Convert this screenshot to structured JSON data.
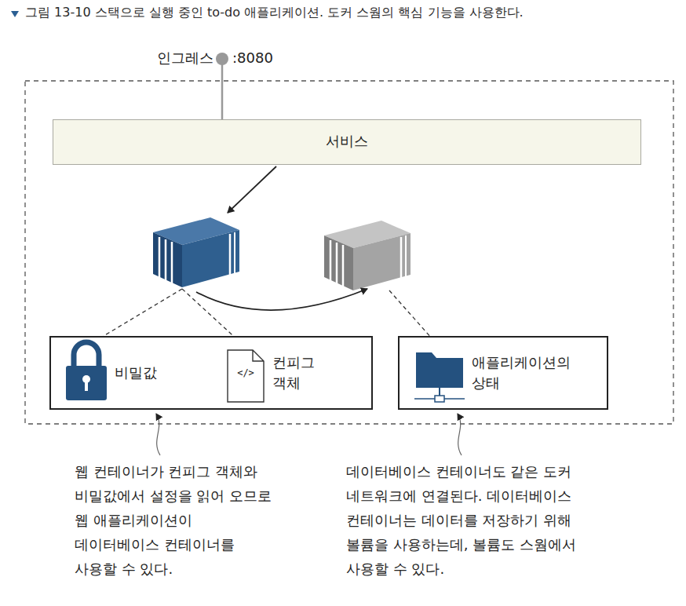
{
  "diagram": {
    "title": "그림 13-10 스택으로 실행 중인 to-do 애플리케이션. 도커 스웜의 핵심 기능을 사용한다.",
    "nodes": [
      {
        "text": [
          "서비스"
        ]
      },
      {
        "text": [
          "비밀값",
          "컨피그 객체"
        ]
      },
      {
        "text": [
          "애플리케이션의 상태"
        ]
      }
    ],
    "labels": [
      "인그레스",
      ":8080",
      "</>",
      "웹 컨테이너가 컨피그 객체와 비밀값에서 설정을 읽어 오므로 웹 애플리케이션이 데이터베이스 컨테이너를 사용할 수 있다.",
      "데이터베이스 컨테이너도 같은 도커 네트워크에 연결된다. 데이터베이스 컨테이너는 데이터를 저장하기 위해 볼륨을 사용하는데, 볼륨도 스웜에서 사용할 수 있다."
    ]
  }
}
